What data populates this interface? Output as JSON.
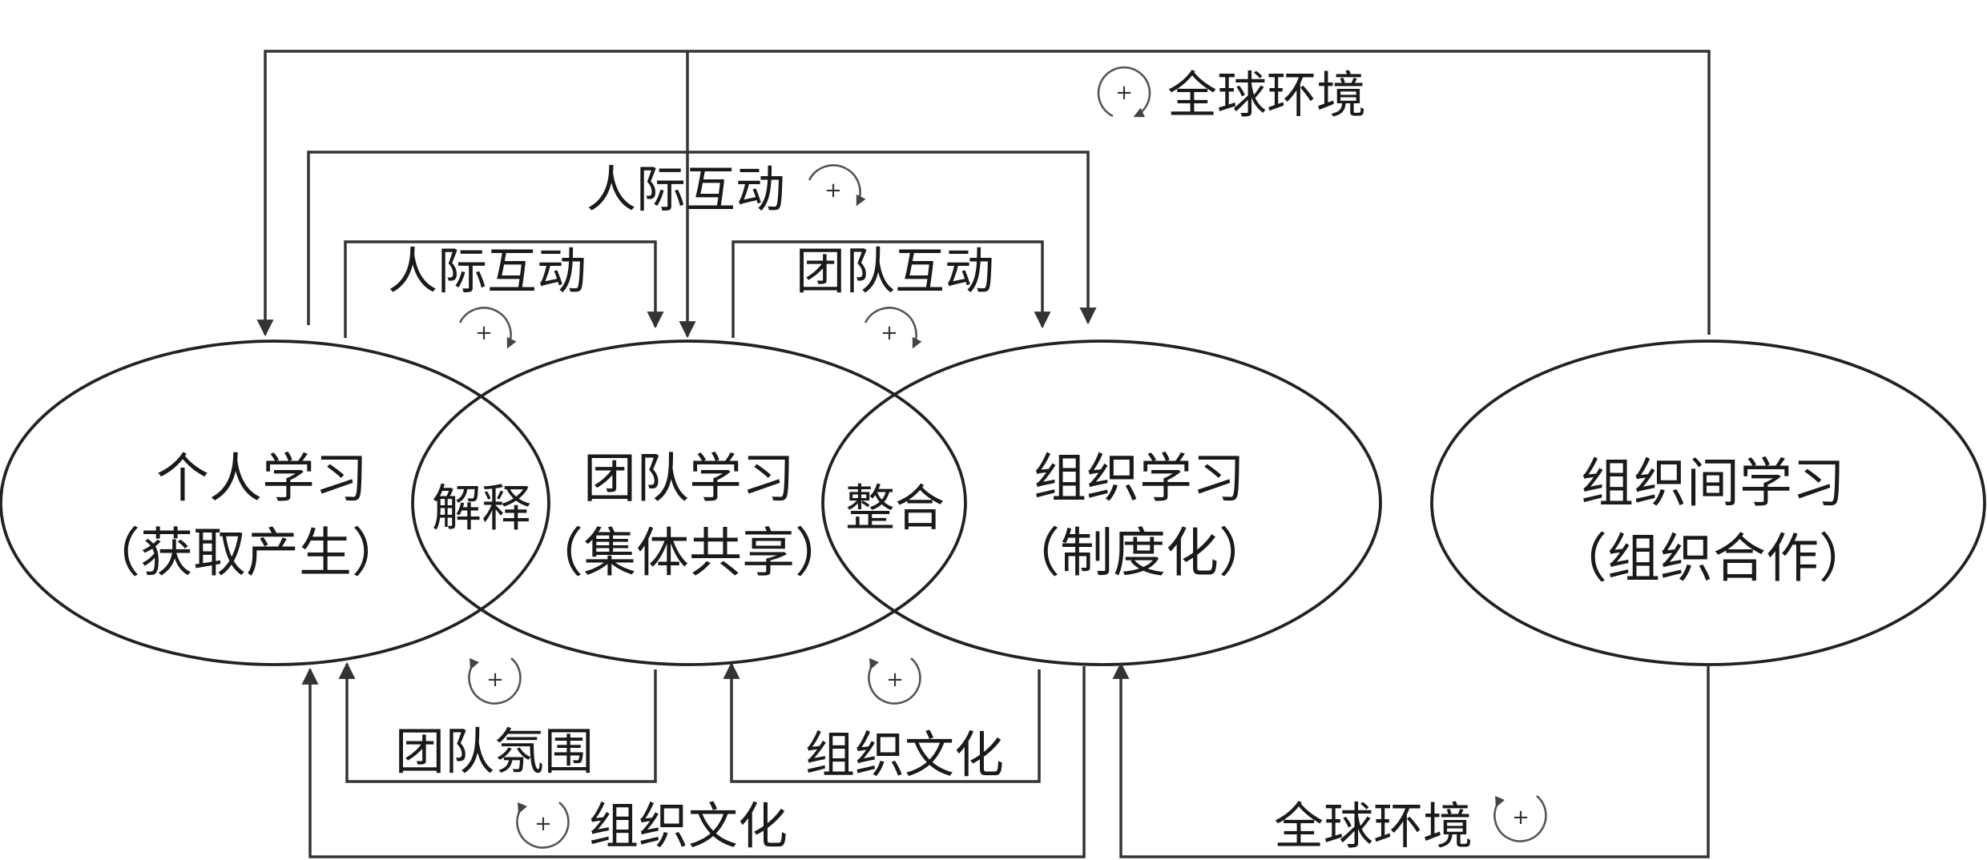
{
  "circles": [
    {
      "title": "个人学习",
      "subtitle": "（获取产生）"
    },
    {
      "title": "团队学习",
      "subtitle": "（集体共享）"
    },
    {
      "title": "组织学习",
      "subtitle": "（制度化）"
    },
    {
      "title": "组织间学习",
      "subtitle": "（组织合作）"
    }
  ],
  "overlaps": [
    "解释",
    "整合"
  ],
  "flows": {
    "global_env_top": "全球环境",
    "interpersonal_outer": "人际互动",
    "interpersonal_inner": "人际互动",
    "team_interaction": "团队互动",
    "team_atmosphere": "团队氛围",
    "org_culture_inner": "组织文化",
    "org_culture_outer": "组织文化",
    "global_env_bottom": "全球环境"
  },
  "loop_symbol": "+",
  "colors": {
    "line": "#333333",
    "text": "#1a1a1a",
    "background": "#ffffff"
  }
}
